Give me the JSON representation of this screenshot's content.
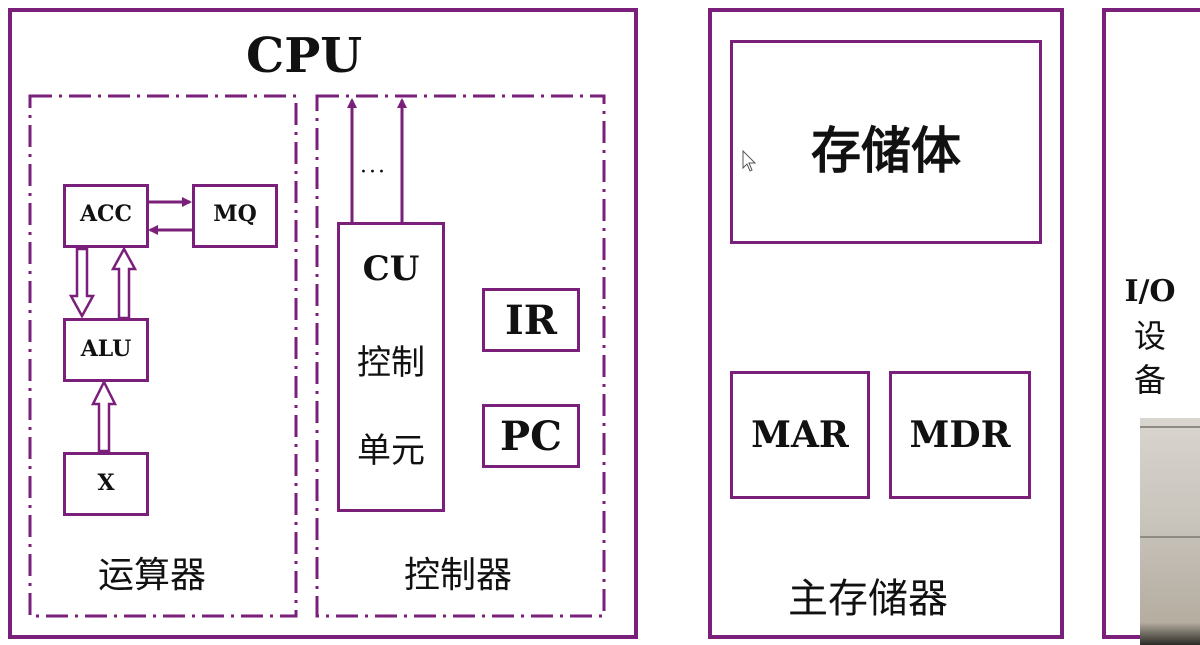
{
  "cpu": {
    "title": "CPU",
    "alu_unit": {
      "acc": "ACC",
      "mq": "MQ",
      "alu": "ALU",
      "x": "X",
      "caption": "运算器"
    },
    "control_unit": {
      "cu_line1": "CU",
      "cu_line2": "控制",
      "cu_line3": "单元",
      "ellipsis": "···",
      "ir": "IR",
      "pc": "PC",
      "caption": "控制器"
    }
  },
  "memory": {
    "storage": "存储体",
    "mar": "MAR",
    "mdr": "MDR",
    "caption": "主存储器"
  },
  "io": {
    "line1": "I/O",
    "line2": "设",
    "line3": "备"
  },
  "colors": {
    "border": "#7a1f7a",
    "text": "#111111",
    "background": "#ffffff"
  }
}
